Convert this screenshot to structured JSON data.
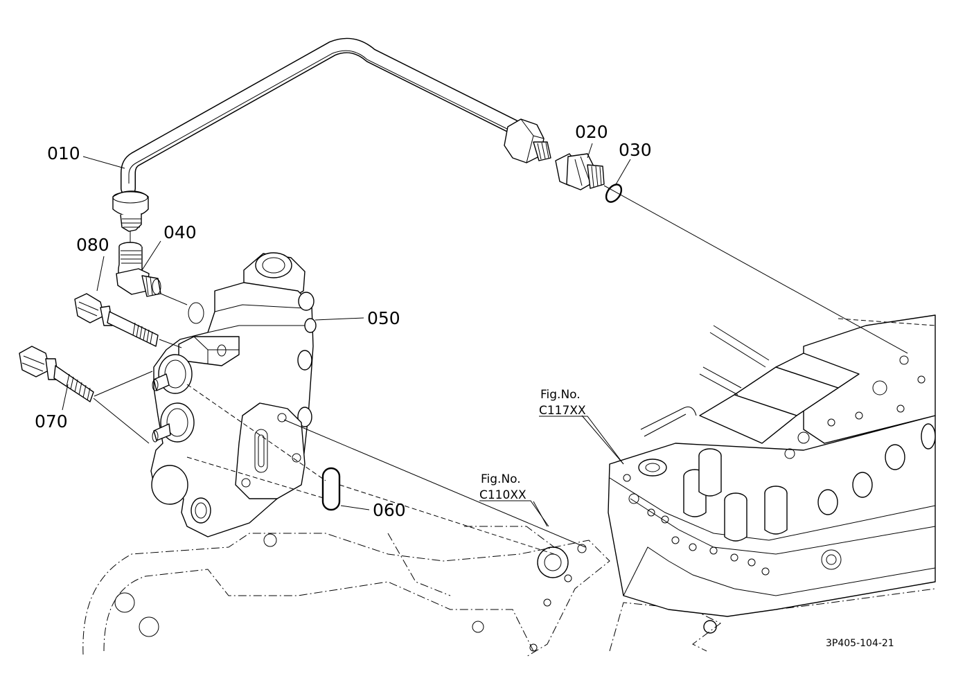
{
  "callouts": {
    "c010": "010",
    "c020": "020",
    "c030": "030",
    "c040": "040",
    "c050": "050",
    "c060": "060",
    "c070": "070",
    "c080": "080"
  },
  "figure_refs": {
    "fig1_label": "Fig.No.",
    "fig1_code": "C117XX",
    "fig2_label": "Fig.No.",
    "fig2_code": "C110XX"
  },
  "drawing_id": "3P405-104-21"
}
